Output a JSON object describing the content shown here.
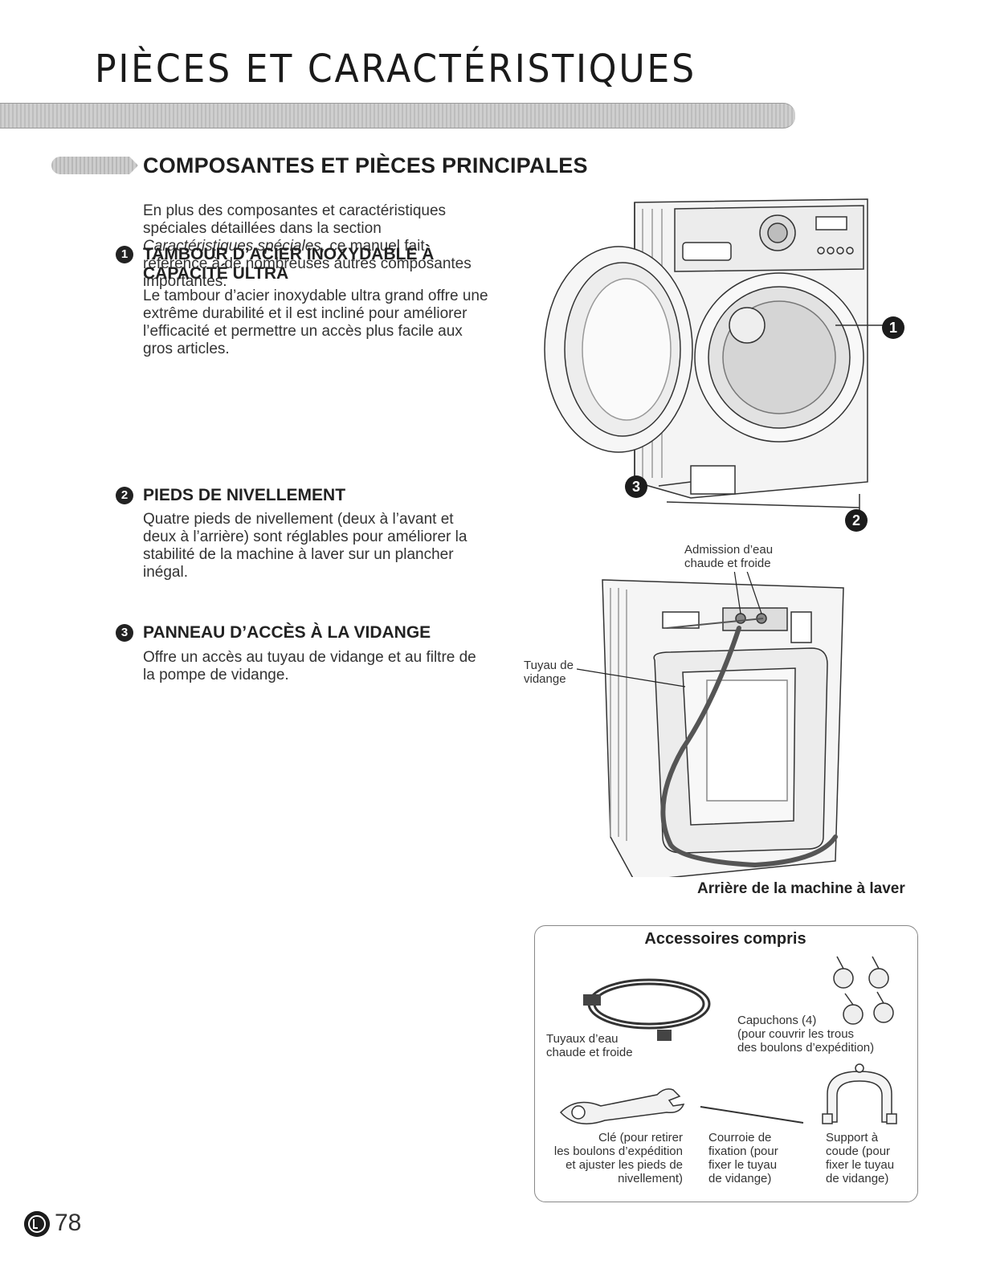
{
  "page": {
    "title": "PIÈCES ET CARACTÉRISTIQUES",
    "number": "78"
  },
  "section": {
    "heading": "COMPOSANTES ET PIÈCES PRINCIPALES",
    "intro_part1": "En plus des composantes et caractéristiques spéciales détaillées dans la section ",
    "intro_italic": "Caractéristiques spéciales,",
    "intro_part2": " ce manuel fait référence à de nombreuses autres composantes importantes."
  },
  "items": [
    {
      "number": "1",
      "title_line1": "TAMBOUR D’ACIER INOXYDABLE À",
      "title_line2": "CAPACITÉ ULTRA",
      "text": "Le tambour d’acier inoxydable ultra grand offre une extrême durabilité et il est incliné pour améliorer l’efficacité et permettre un accès plus facile aux gros articles."
    },
    {
      "number": "2",
      "title_line1": "PIEDS DE NIVELLEMENT",
      "title_line2": "",
      "text": "Quatre pieds de nivellement (deux à l’avant et deux à l’arrière) sont réglables pour améliorer la stabilité de la machine à laver sur un plancher inégal."
    },
    {
      "number": "3",
      "title_line1": "PANNEAU D’ACCÈS À LA VIDANGE",
      "title_line2": "",
      "text": "Offre un accès au tuyau de vidange et au filtre de la pompe de vidange."
    }
  ],
  "front_figure": {
    "callouts": [
      "1",
      "3",
      "2"
    ]
  },
  "rear_figure": {
    "label_inlet_line1": "Admission d’eau",
    "label_inlet_line2": "chaude et froide",
    "label_drain_line1": "Tuyau de",
    "label_drain_line2": "vidange",
    "caption": "Arrière de la machine à laver"
  },
  "accessories": {
    "title": "Accessoires compris",
    "hoses_line1": "Tuyaux d’eau",
    "hoses_line2": "chaude et froide",
    "caps_line1": "Capuchons (4)",
    "caps_line2": "(pour couvrir les trous",
    "caps_line3": "des boulons d’expédition)",
    "wrench_line1": "Clé (pour retirer",
    "wrench_line2": "les boulons d’expédition",
    "wrench_line3": "et ajuster les pieds de",
    "wrench_line4": "nivellement)",
    "strap_line1": "Courroie de",
    "strap_line2": "fixation (pour",
    "strap_line3": "fixer le tuyau",
    "strap_line4": "de vidange)",
    "elbow_line1": "Support à",
    "elbow_line2": "coude (pour",
    "elbow_line3": "fixer le tuyau",
    "elbow_line4": "de vidange)"
  }
}
